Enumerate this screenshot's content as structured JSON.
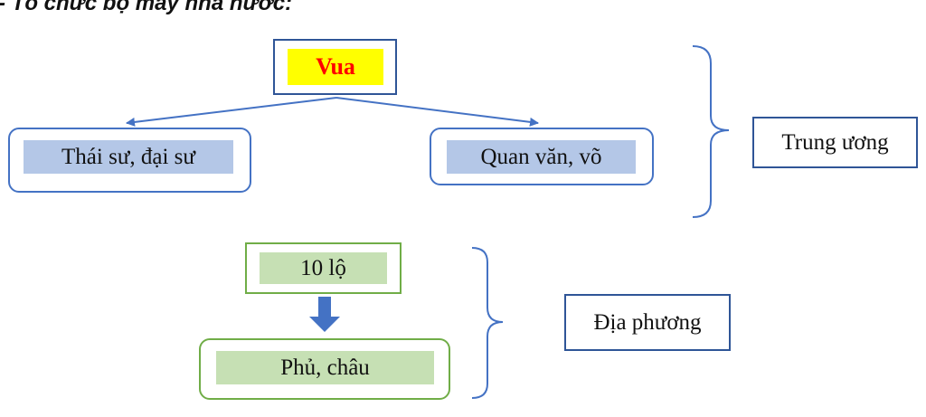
{
  "heading": "- Tổ chức bộ máy nhà nước:",
  "nodes": {
    "vua": "Vua",
    "thai_su": "Thái sư, đại sư",
    "quan_van_vo": "Quan văn, võ",
    "trung_uong": "Trung ương",
    "muoi_lo": "10 lộ",
    "phu_chau": "Phủ, châu",
    "dia_phuong": "Địa phương"
  },
  "colors": {
    "blue_border": "#2f5597",
    "rounded_border": "#4472c4",
    "green_border": "#70ad47",
    "blue_fill": "#b4c7e7",
    "green_fill": "#c6e0b4",
    "vua_fill": "#ffff00",
    "vua_text": "#ff0000"
  }
}
